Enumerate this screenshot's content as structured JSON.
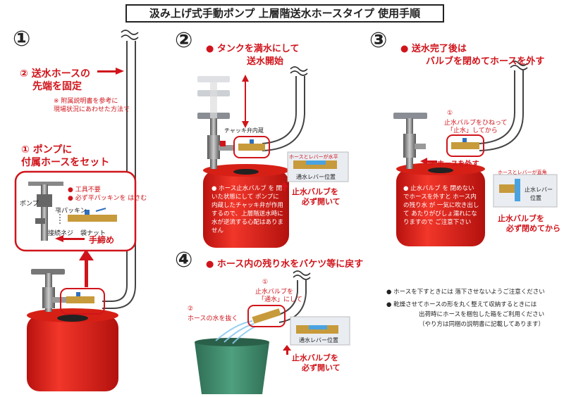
{
  "title": "汲み上げ式手動ポンプ 上層階送水ホースタイプ 使用手順",
  "colors": {
    "accent_red": "#d0141b",
    "tank_red": "#e8241a",
    "bucket_green": "#3e8c6e"
  },
  "icons": [
    "circled-number-icon",
    "red-bullet-icon",
    "arrow-icon",
    "hose-break-icon"
  ],
  "step1": {
    "number": "①",
    "fix_hose_label": "② 送水ホースの",
    "fix_hose_label2": "先端を固定",
    "fix_hose_note1": "※ 附属説明書を参考に",
    "fix_hose_note2": "現場状況にあわせた方法で",
    "set_hose_label": "① ポンプに",
    "set_hose_label2": "付属ホースをセット",
    "detail_no_tool": "● 工具不要",
    "detail_packing": "● 必ず平パッキンを はさむ",
    "label_pump": "ポンプ",
    "label_packing": "平パッキン",
    "label_screw": "接続ネジ",
    "label_nut": "袋ナット",
    "label_tighten": "手締め"
  },
  "step2": {
    "number": "②",
    "heading1": "● タンクを満水にして",
    "heading2": "送水開始",
    "label_check": "チャッキ弁内蔵",
    "body": "● ホース止水バルブ を 開いた状態にして ポンプに内蔵したチャッキ弁が作用するので、上層階送水時に水が逆流する心配はありません",
    "lever_label": "ホースとレバーが水平",
    "lever_pos": "通水レバー位置",
    "valve_label1": "止水バルブを",
    "valve_label2": "必ず開いて"
  },
  "step3": {
    "number": "③",
    "heading1": "● 送水完了後は",
    "heading2": "バルブを閉めてホースを外す",
    "valve_turn1": "①",
    "valve_turn2": "止水バルブをひねって",
    "valve_turn3": "「止水」してから",
    "remove_hose": "② ホースを外す",
    "body": "● 止水バルブ を 閉めないでホースを外すと ホース内の残り水 が 一気に吹き出して あたりがびしょ濡れになりますので ご注意下さい",
    "lever_label": "ホースとレバーが直角",
    "lever_pos1": "止水レバー",
    "lever_pos2": "位置",
    "valve_label1": "止水バルブを",
    "valve_label2": "必ず閉めてから"
  },
  "step4": {
    "number": "④",
    "heading": "● ホース内の残り水をバケツ等に戻す",
    "valve_open1": "①",
    "valve_open2": "止水バルブを",
    "valve_open3": "「通水」にして",
    "drain1": "②",
    "drain2": "ホースの水を抜く",
    "lever_pos": "通水レバー位置",
    "valve_label1": "止水バルブを",
    "valve_label2": "必ず開いて"
  },
  "notes": {
    "note1": "● ホースを下すときには 落下させないようご注意ください",
    "note2": "● 乾燥させてホースの形を丸く整えて収納するときには",
    "note3": "出荷時にホースを梱包した箱をご利用ください",
    "note4": "（やり方は同梱の説明書に記載してあります）"
  }
}
